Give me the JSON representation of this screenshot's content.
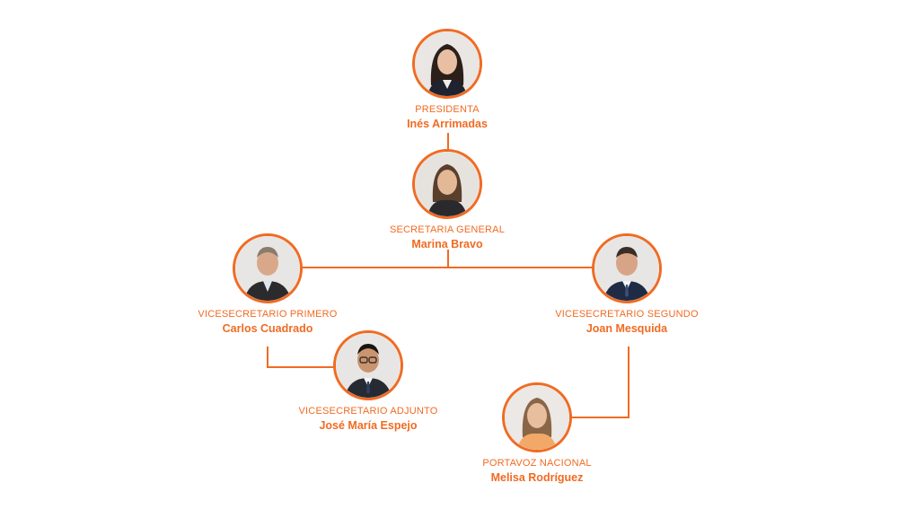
{
  "accent_color": "#f06b22",
  "people": {
    "presidenta": {
      "role": "PRESIDENTA",
      "name": "Inés Arrimadas",
      "avatar_icon": "person-photo-icon"
    },
    "secretaria": {
      "role": "SECRETARIA GENERAL",
      "name": "Marina Bravo",
      "avatar_icon": "person-photo-icon"
    },
    "vice_primero": {
      "role": "VICESECRETARIO PRIMERO",
      "name": "Carlos Cuadrado",
      "avatar_icon": "person-photo-icon"
    },
    "vice_segundo": {
      "role": "VICESECRETARIO SEGUNDO",
      "name": "Joan Mesquida",
      "avatar_icon": "person-photo-icon"
    },
    "vice_adjunto": {
      "role": "VICESECRETARIO ADJUNTO",
      "name": "José María Espejo",
      "avatar_icon": "person-photo-icon"
    },
    "portavoz": {
      "role": "PORTAVOZ NACIONAL",
      "name": "Melisa Rodríguez",
      "avatar_icon": "person-photo-icon"
    }
  }
}
